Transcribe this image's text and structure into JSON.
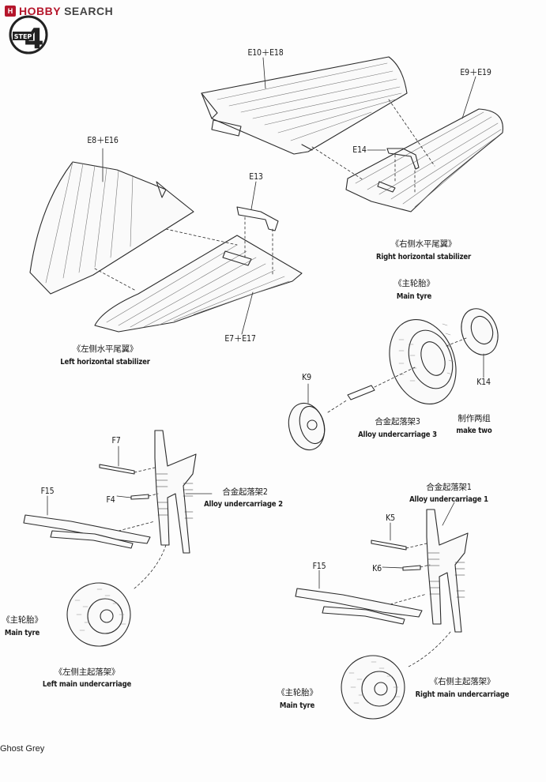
{
  "watermark": {
    "logo_glyph": "H",
    "brand": "HOBBY",
    "search": "SEARCH"
  },
  "step": {
    "word": "STEP",
    "number": "4"
  },
  "labels": {
    "e10_e18": "E10＋E18",
    "e9_e19": "E9＋E19",
    "e8_e16": "E8＋E16",
    "e14": "E14",
    "e13": "E13",
    "e7_e17": "E7＋E17",
    "right_stab_cn": "《右侧水平尾翼》",
    "right_stab_en": "Right horizontal stabilizer",
    "left_stab_cn": "《左侧水平尾翼》",
    "left_stab_en": "Left horizontal stabilizer",
    "main_tyre_cn_1": "《主轮胎》",
    "main_tyre_en_1": "Main tyre",
    "k14": "K14",
    "k9": "K9",
    "alloy3_cn": "合金起落架3",
    "alloy3_en": "Alloy undercarriage 3",
    "make_two_cn": "制作两组",
    "make_two_en": "make two",
    "f7": "F7",
    "f4": "F4",
    "f15_left": "F15",
    "alloy2_cn": "合金起落架2",
    "alloy2_en": "Alloy undercarriage 2",
    "alloy1_cn": "合金起落架1",
    "alloy1_en": "Alloy undercarriage 1",
    "k5": "K5",
    "k6": "K6",
    "f15_right": "F15",
    "main_tyre_cn_2": "《主轮胎》",
    "main_tyre_en_2": "Main tyre",
    "left_main_cn": "《左侧主起落架》",
    "left_main_en": "Left main undercarriage",
    "main_tyre_cn_3": "《主轮胎》",
    "main_tyre_en_3": "Main tyre",
    "right_main_cn": "《右侧主起落架》",
    "right_main_en": "Right main undercarriage"
  },
  "footer": {
    "paint_note": "Ghost Grey"
  }
}
